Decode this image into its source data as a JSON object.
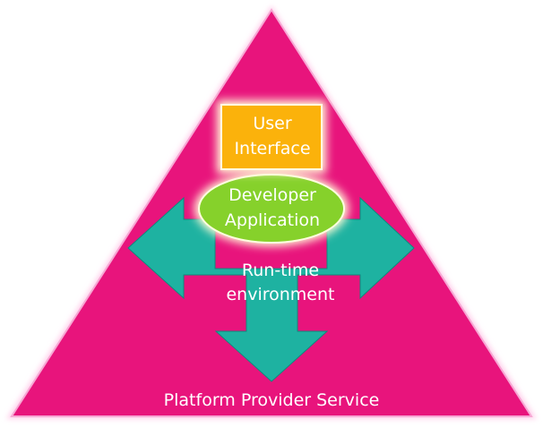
{
  "colors": {
    "pyramid": "#e8147c",
    "pyramid_glow": "#ffd1ec",
    "arrows": "#1eb2a1",
    "user_interface": "#fbb20b",
    "developer_application": "#86d12b",
    "glow": "#fffbd6",
    "text": "#ffffff"
  },
  "user_interface": {
    "line1": "User",
    "line2": "Interface"
  },
  "developer_application": {
    "line1": "Developer",
    "line2": "Application"
  },
  "runtime_environment": {
    "line1": "Run-time",
    "line2": "environment"
  },
  "platform_provider_service": "Platform Provider Service"
}
